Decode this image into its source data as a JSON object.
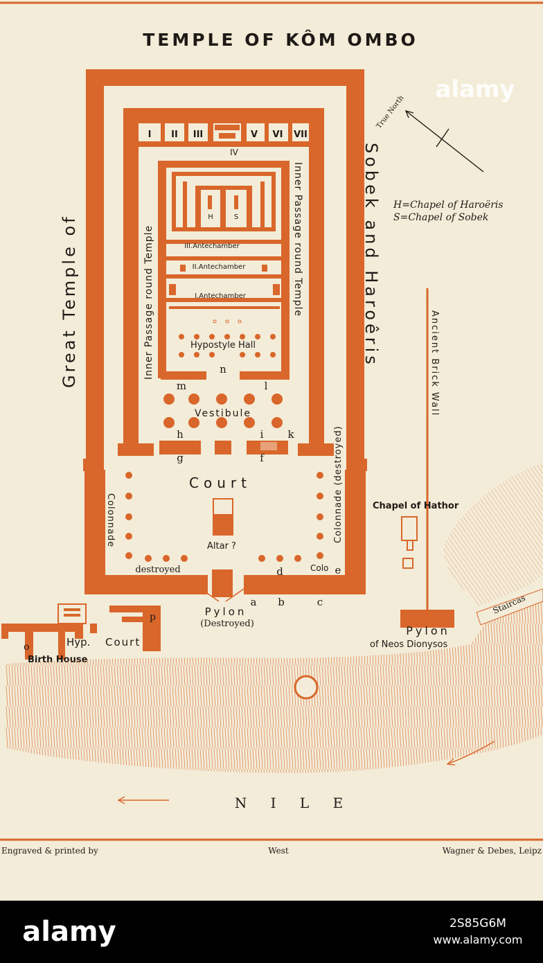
{
  "title": "TEMPLE OF KÔM OMBO",
  "colors": {
    "paper": "#f3ecd8",
    "ink": "#d9662a",
    "text": "#1e1a16",
    "watermark_bg": "#000000"
  },
  "watermark": {
    "corner_mark": "alamy",
    "bottom_logo": "alamy",
    "bottom_code": "2S85G6M",
    "bottom_url": "www.alamy.com"
  },
  "labels": {
    "left_vertical": "Great Temple of",
    "right_vertical": "Sobek and Haroêris",
    "inner_passage_left": "Inner Passage round Temple",
    "inner_passage_right": "Inner Passage round Temple",
    "chapels": [
      "I",
      "II",
      "III",
      "V",
      "VI",
      "VII"
    ],
    "chapel_iv": "IV",
    "h": "H",
    "s": "S",
    "ante3": "III.Antechamber",
    "ante2": "II.Antechamber",
    "ante1": "I.Antechamber",
    "hypostyle": "Hypostyle Hall",
    "vestibule": "Vestibule",
    "court": "Court",
    "colonnade_left": "Colonnade",
    "colonnade_right": "Colonnade (destroyed)",
    "colonnade_right_bottom": "Colo",
    "destroyed": "destroyed",
    "altar": "Altar ?",
    "pylon": "Pylon",
    "pylon_destroyed": "(Destroyed)",
    "letters": {
      "a": "a",
      "b": "b",
      "c": "c",
      "d": "d",
      "e": "e",
      "f": "f",
      "g": "g",
      "h": "h",
      "i": "i",
      "k": "k",
      "l": "l",
      "m": "m",
      "n": "n",
      "o": "o",
      "p": "p"
    },
    "hyp": "Hyp.",
    "court_small": "Court",
    "birth_house": "Birth House",
    "chapel_hathor": "Chapel of Hathor",
    "ancient_wall": "Ancient Brick Wall",
    "pylon_right": "Pylon",
    "neos": "of Neos Dionysos",
    "staircase": "Staircas",
    "true_north": "True North",
    "legend_h": "H=Chapel of Haroëris",
    "legend_s": "S=Chapel of Sobek",
    "nile": "N I L E",
    "footer_left": "Engraved & printed by",
    "footer_center": "West",
    "footer_right": "Wagner & Debes, Leipz"
  }
}
